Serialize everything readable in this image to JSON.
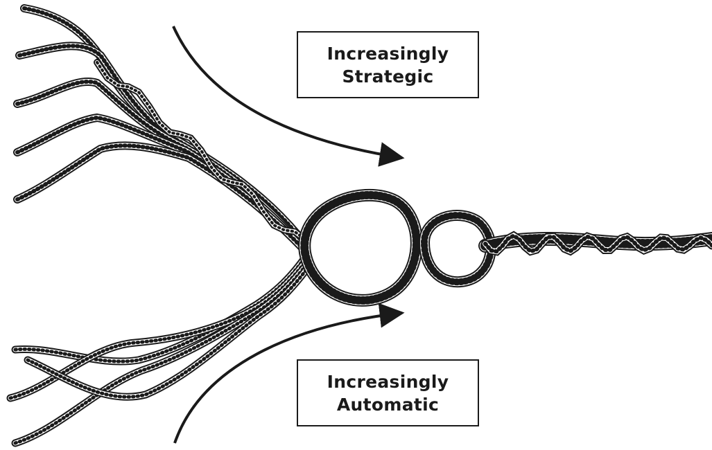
{
  "diagram": {
    "labels": {
      "strategic": [
        "Increasingly",
        "Strategic"
      ],
      "automatic": [
        "Increasingly",
        "Automatic"
      ]
    },
    "colors": {
      "ink": "#1a1a1a",
      "rope_fill": "#ffffff",
      "background": "#ffffff"
    },
    "icons": {
      "upper_rope": "twisted-rope-strands",
      "lower_rope": "braided-rope-strands",
      "merged_rope": "intertwined-rope",
      "arrow_top": "curved-arrow-right-down",
      "arrow_bottom": "curved-arrow-right-up"
    }
  }
}
